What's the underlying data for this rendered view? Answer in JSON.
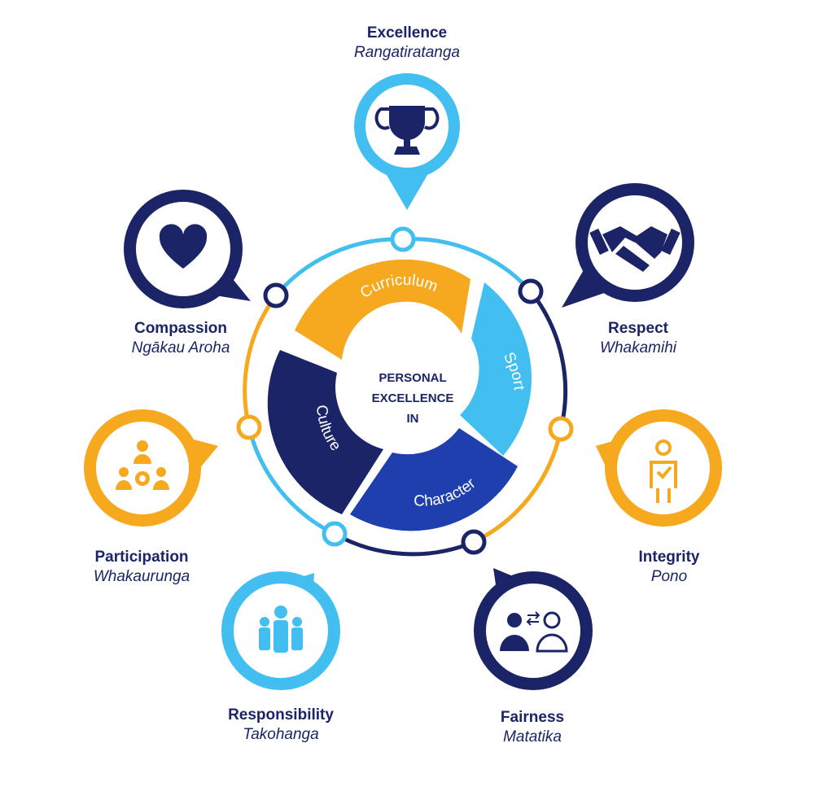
{
  "center": {
    "line1": "PERSONAL",
    "line2": "EXCELLENCE",
    "line3": "IN"
  },
  "segments": [
    {
      "label": "Curriculum",
      "color": "#f6a91f"
    },
    {
      "label": "Sport",
      "color": "#42bff0"
    },
    {
      "label": "Character",
      "color": "#1f3fae"
    },
    {
      "label": "Culture",
      "color": "#1b2466"
    }
  ],
  "values": {
    "excellence": {
      "title": "Excellence",
      "maori": "Rangatiratanga",
      "icon": "trophy-icon",
      "color": "#42bff0"
    },
    "respect": {
      "title": "Respect",
      "maori": "Whakamihi",
      "icon": "handshake-icon",
      "color": "#1b2466"
    },
    "integrity": {
      "title": "Integrity",
      "maori": "Pono",
      "icon": "person-check-icon",
      "color": "#f6a91f"
    },
    "fairness": {
      "title": "Fairness",
      "maori": "Matatika",
      "icon": "people-exchange-icon",
      "color": "#1b2466"
    },
    "responsibility": {
      "title": "Responsibility",
      "maori": "Takohanga",
      "icon": "group-icon",
      "color": "#42bff0"
    },
    "participation": {
      "title": "Participation",
      "maori": "Whakaurunga",
      "icon": "team-gear-icon",
      "color": "#f6a91f"
    },
    "compassion": {
      "title": "Compassion",
      "maori": "Ngākau Aroha",
      "icon": "heart-icon",
      "color": "#1b2466"
    }
  },
  "colors": {
    "navy": "#1b2466",
    "light_blue": "#42bff0",
    "orange": "#f6a91f",
    "royal_blue": "#1f3fae"
  }
}
